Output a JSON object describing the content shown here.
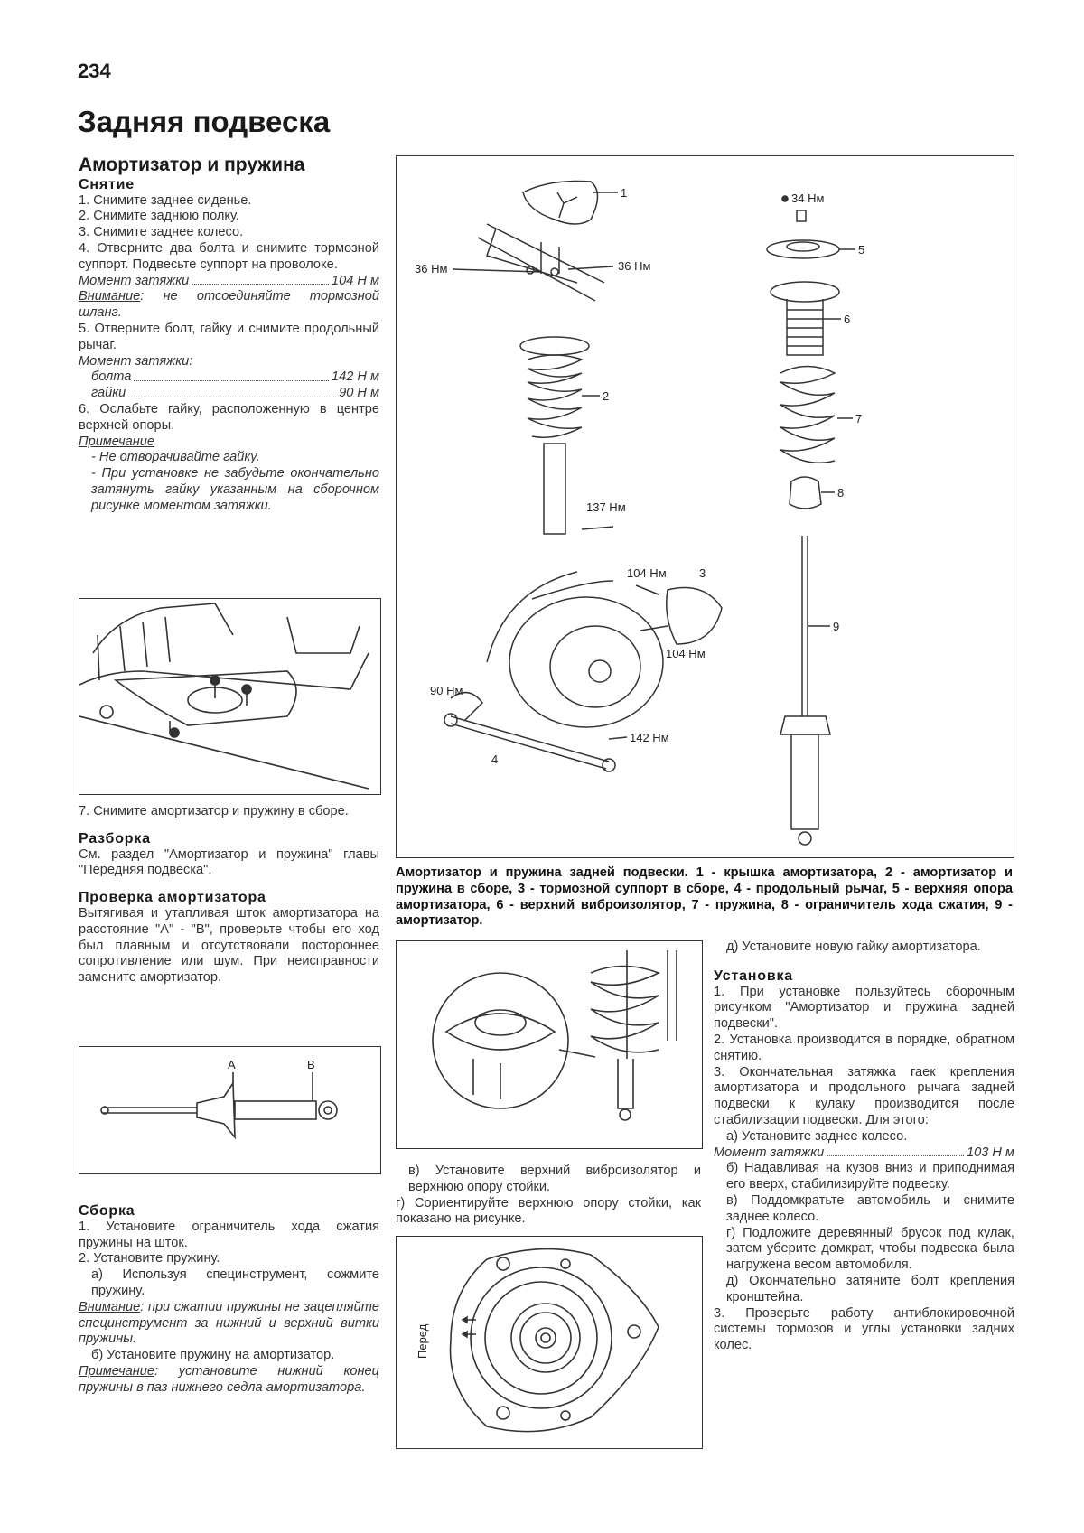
{
  "page_number": "234",
  "chapter_title": "Задняя подвеска",
  "section_title": "Амортизатор и пружина",
  "removal": {
    "heading": "Снятие",
    "steps": [
      "1. Снимите заднее сиденье.",
      "2. Снимите заднюю полку.",
      "3. Снимите заднее колесо.",
      "4. Отверните два болта и снимите тормозной суппорт. Подвесьте суппорт на проволоке."
    ],
    "torque1": {
      "label": "Момент затяжки",
      "value": "104 Н м"
    },
    "warning_label": "Внимание",
    "warning_text": ": не отсоединяйте тормозной шланг.",
    "step5": "5. Отверните болт, гайку и снимите продольный рычаг.",
    "torque2": {
      "label": "Момент затяжки:",
      "bolt_label": "болта",
      "bolt_value": "142 Н м",
      "nut_label": "гайки",
      "nut_value": "90 Н м"
    },
    "step6": "6. Ослабьте гайку, расположенную в центре верхней опоры.",
    "note_label": "Примечание",
    "note_items": [
      "- Не отворачивайте гайку.",
      "- При установке не забудьте окончательно затянуть гайку указанным на сборочном рисунке моментом затяжки."
    ],
    "step7": "7. Снимите амортизатор и пружину в сборе."
  },
  "disassembly": {
    "heading": "Разборка",
    "text": "См. раздел \"Амортизатор и пружина\" главы \"Передняя подвеска\"."
  },
  "check": {
    "heading": "Проверка амортизатора",
    "text": "Вытягивая и утапливая шток амортизатора на расстояние \"A\" - \"B\", проверьте чтобы его ход был плавным и отсутствовали постороннее сопротивление или шум. При неисправности замените амортизатор.",
    "fig_labels": {
      "a": "A",
      "b": "B"
    }
  },
  "assembly": {
    "heading": "Сборка",
    "step1": "1. Установите ограничитель хода сжатия пружины на шток.",
    "step2": "2. Установите пружину.",
    "step2a": "а) Используя специнструмент, сожмите пружину.",
    "warning_label": "Внимание",
    "warning_text": ": при сжатии пружины не зацепляйте специнструмент за нижний и верхний витки пружины.",
    "step2b": "б) Установите пружину на амортизатор.",
    "note_label": "Примечание",
    "note_text": ": установите нижний конец пружины в паз нижнего седла амортизатора.",
    "step2v": "в) Установите верхний виброизолятор и верхнюю опору стойки.",
    "step2g": "г) Сориентируйте верхнюю опору стойки, как показано на рисунке.",
    "step2d": "д) Установите новую гайку амортизатора."
  },
  "main_figure": {
    "labels": {
      "torque_36_left": "36 Нм",
      "torque_36_right": "36 Нм",
      "torque_34": "34 Нм",
      "torque_137": "137 Нм",
      "torque_104_top": "104 Нм",
      "torque_104_bottom": "104 Нм",
      "torque_90": "90 Нм",
      "torque_142": "142 Нм",
      "p1": "1",
      "p2": "2",
      "p3": "3",
      "p4": "4",
      "p5": "5",
      "p6": "6",
      "p7": "7",
      "p8": "8",
      "p9": "9"
    },
    "caption": "Амортизатор и пружина задней подвески. 1 - крышка амортизатора, 2 - амортизатор и пружина в сборе, 3 - тормозной суппорт в сборе, 4 - продольный рычаг, 5 - верхняя опора амортизатора, 6 - верхний виброизолятор, 7 - пружина, 8 - ограничитель хода сжатия, 9 - амортизатор."
  },
  "mount_figure": {
    "front_label": "Перед"
  },
  "installation": {
    "heading": "Установка",
    "step1": "1. При установке пользуйтесь сборочным рисунком \"Амортизатор и пружина задней подвески\".",
    "step2": "2. Установка производится в порядке, обратном снятию.",
    "step3": "3. Окончательная затяжка гаек крепления амортизатора и продольного рычага задней подвески к кулаку производится после стабилизации подвески. Для этого:",
    "step3a": "а) Установите заднее колесо.",
    "torque": {
      "label": "Момент затяжки",
      "value": "103 Н м"
    },
    "step3b": "б) Надавливая на кузов вниз и приподнимая его вверх, стабилизируйте подвеску.",
    "step3v": "в) Поддомкратьте автомобиль и снимите заднее колесо.",
    "step3g": "г) Подложите деревянный брусок под кулак, затем уберите домкрат, чтобы подвеска была нагружена весом автомобиля.",
    "step3d": "д) Окончательно затяните болт крепления кронштейна.",
    "step4": "3. Проверьте работу антиблокировочной системы тормозов и углы установки задних колес."
  }
}
